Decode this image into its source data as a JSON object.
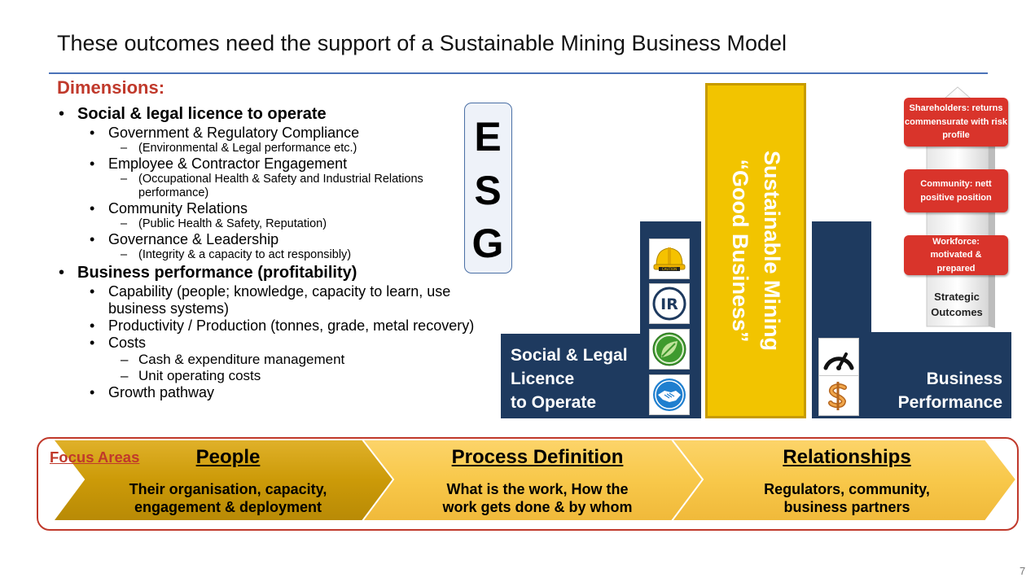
{
  "title": "These outcomes need the support of a Sustainable Mining Business Model",
  "dimensions": {
    "heading": "Dimensions:",
    "social_heading": "Social & legal licence to operate",
    "social_items": [
      {
        "label": "Government & Regulatory Compliance",
        "detail": "(Environmental & Legal performance etc.)"
      },
      {
        "label": "Employee & Contractor Engagement",
        "detail": "(Occupational Health & Safety and Industrial Relations performance)"
      },
      {
        "label": "Community Relations",
        "detail": "(Public Health & Safety, Reputation)"
      },
      {
        "label": "Governance & Leadership",
        "detail": "(Integrity & a capacity to act responsibly)"
      }
    ],
    "business_heading": "Business performance (profitability)",
    "business_items": {
      "capability": "Capability (people; knowledge, capacity to learn, use business systems)",
      "productivity": "Productivity / Production (tonnes, grade, metal recovery)",
      "costs": "Costs",
      "cost_details": [
        "Cash & expenditure management",
        "Unit operating costs"
      ],
      "growth": "Growth pathway"
    }
  },
  "esg": [
    "E",
    "S",
    "G"
  ],
  "building": {
    "tower_line1": "Sustainable Mining",
    "tower_line2": "“Good Business”",
    "left_label": [
      "Social & Legal",
      "Licence",
      "to Operate"
    ],
    "right_label": [
      "Business",
      "Performance"
    ],
    "left_icons": [
      "hard-hat-icon",
      "ir-icon",
      "leaf-icon",
      "handshake-icon"
    ],
    "right_icons": [
      "gauge-icon",
      "dollar-icon"
    ],
    "ir_text": "IR",
    "hat_text": "CAUTION"
  },
  "outcomes": {
    "items": [
      "Shareholders: returns commensurate with risk profile",
      "Community: nett positive position",
      "Workforce: motivated & prepared"
    ],
    "label_line1": "Strategic",
    "label_line2": "Outcomes"
  },
  "focus": {
    "label": "Focus Areas",
    "areas": [
      {
        "title": "People",
        "line1": "Their organisation, capacity,",
        "line2": "engagement & deployment"
      },
      {
        "title": "Process Definition",
        "line1": "What is the work, How the",
        "line2": "work gets done & by whom"
      },
      {
        "title": "Relationships",
        "line1": "Regulators, community,",
        "line2": "business partners"
      }
    ]
  },
  "page_number": "7",
  "colors": {
    "accent_red": "#c0392b",
    "navy": "#1e3a5f",
    "gold": "#f2c400",
    "rule_blue": "#4a72b8"
  }
}
